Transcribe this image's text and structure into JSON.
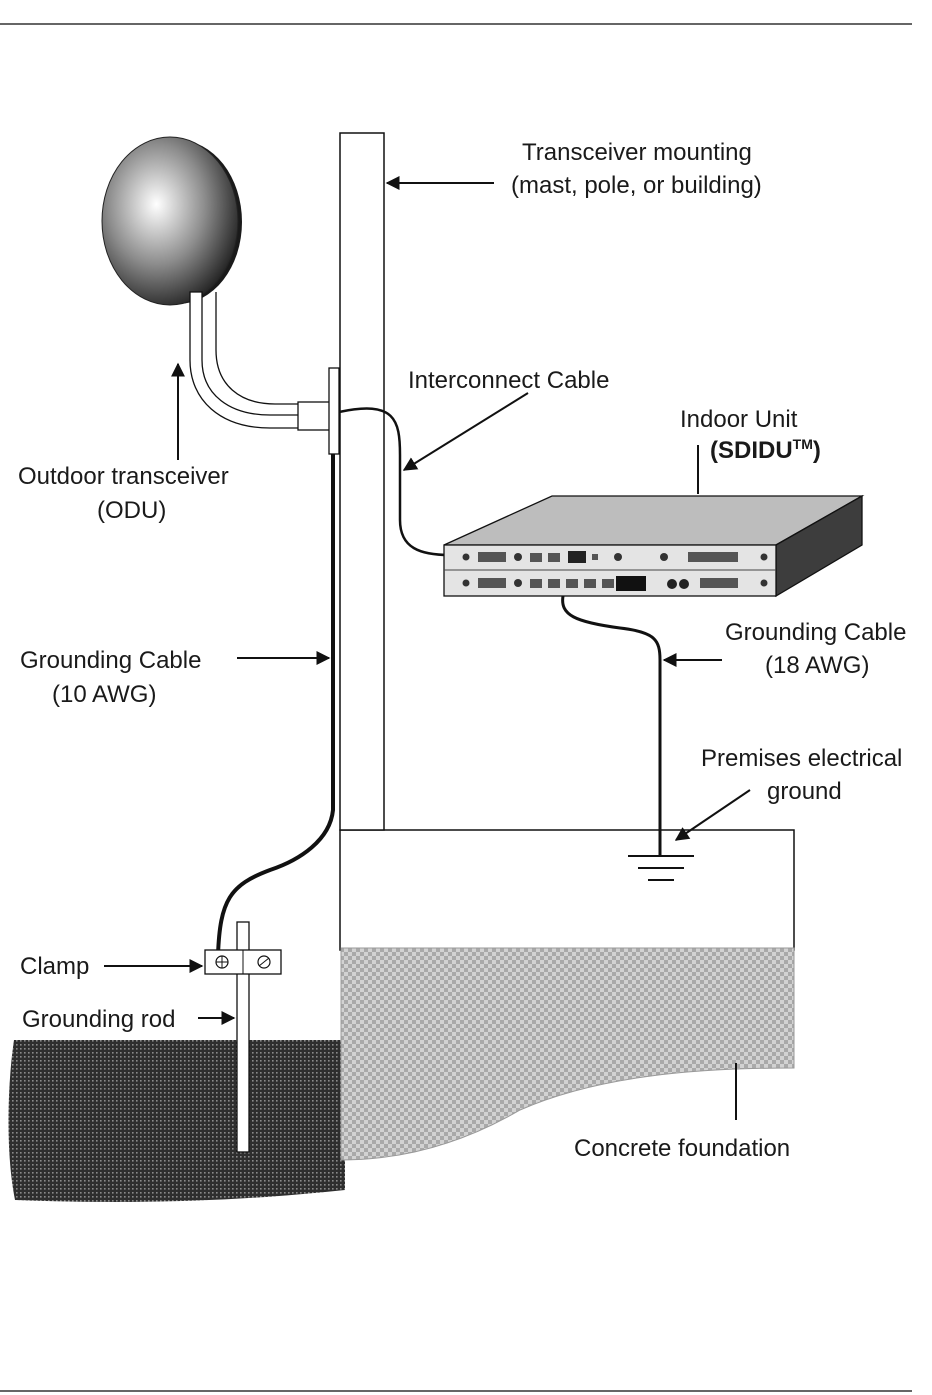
{
  "labels": {
    "mounting_line1": "Transceiver mounting",
    "mounting_line2": "(mast, pole, or building)",
    "interconnect": "Interconnect Cable",
    "indoor_line1": "Indoor Unit",
    "indoor_line2": "(SDIDU",
    "indoor_tm": "TM",
    "indoor_close": ")",
    "odu_line1": "Outdoor transceiver",
    "odu_line2": "(ODU)",
    "gnd10_line1": "Grounding Cable",
    "gnd10_line2": "(10 AWG)",
    "gnd18_line1": "Grounding Cable",
    "gnd18_line2": "(18 AWG)",
    "premises_line1": "Premises electrical",
    "premises_line2": "ground",
    "clamp": "Clamp",
    "rod": "Grounding rod",
    "concrete": "Concrete foundation"
  },
  "colors": {
    "line": "#111111",
    "earth": "#3a3a3a",
    "concrete": "#b9b9b9"
  }
}
